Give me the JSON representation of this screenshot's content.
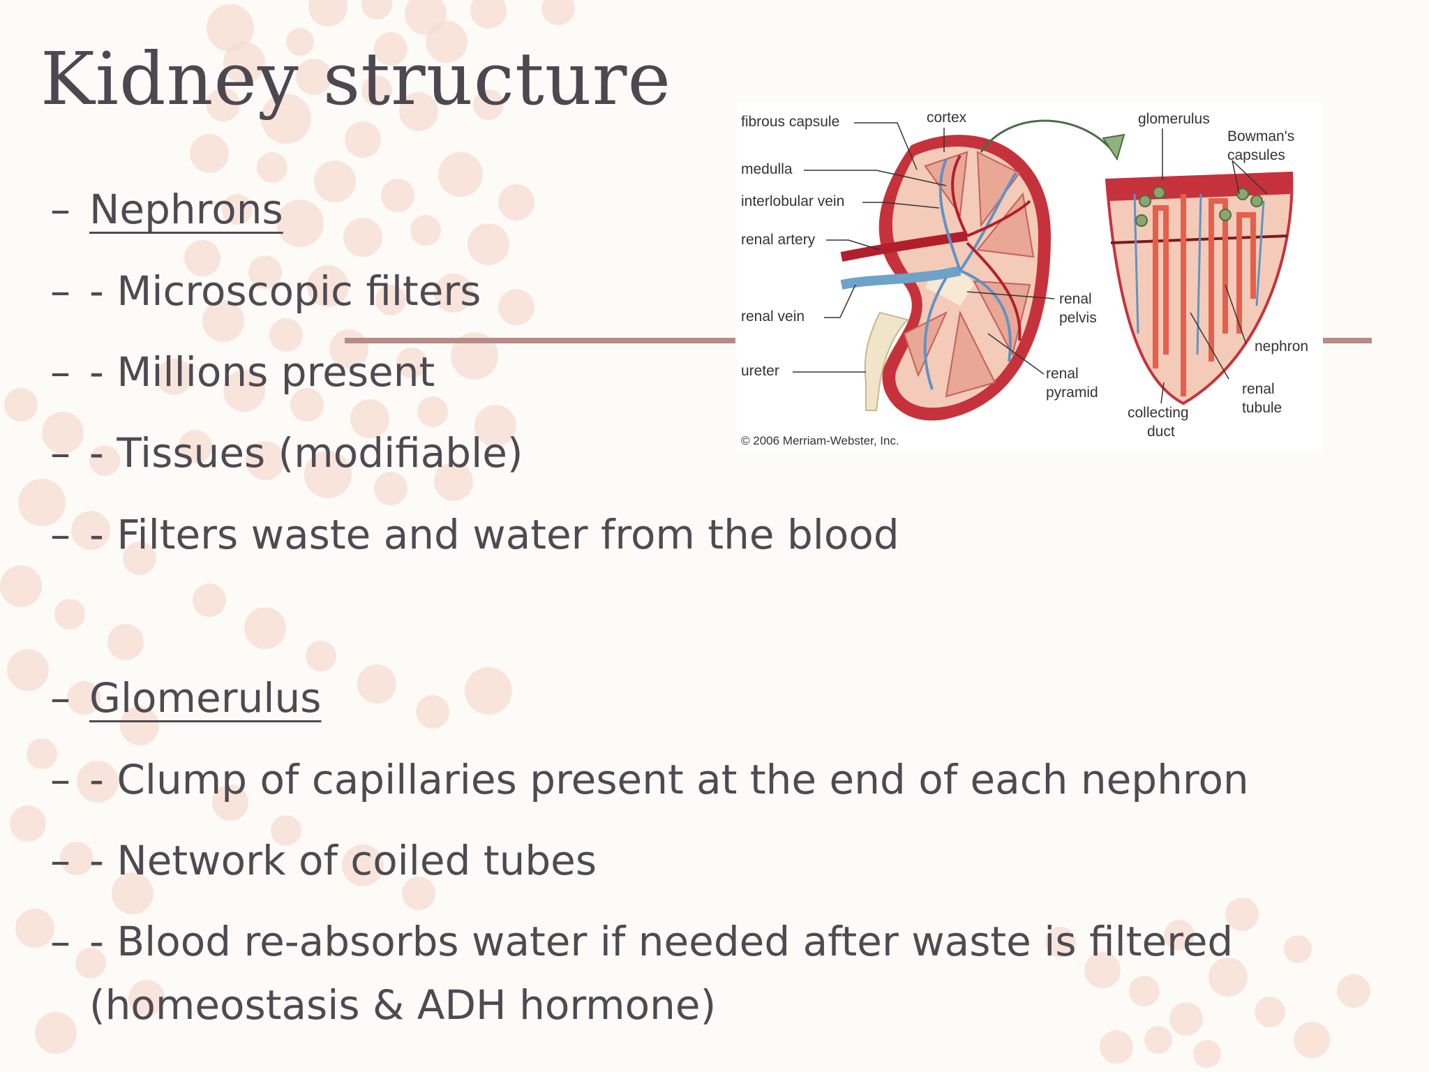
{
  "slide": {
    "title": "Kidney structure"
  },
  "bullets": [
    {
      "dash": "–",
      "text": "Nephrons",
      "heading": true
    },
    {
      "dash": "–",
      "text": "- Microscopic filters"
    },
    {
      "dash": "–",
      "text": "- Millions present"
    },
    {
      "dash": "–",
      "text": "- Tissues (modifiable)"
    },
    {
      "dash": "–",
      "text": "- Filters waste and water from the blood"
    },
    {
      "dash": "–",
      "text": "Glomerulus ",
      "heading": true
    },
    {
      "dash": "–",
      "text": "- Clump of capillaries present at the end of each nephron"
    },
    {
      "dash": "–",
      "text": "- Network of coiled tubes"
    },
    {
      "dash": "–",
      "text": "- Blood re-absorbs water if needed after waste is filtered"
    },
    {
      "dash": "",
      "text": "(homeostasis &  ADH hormone)"
    }
  ],
  "figure": {
    "labels": {
      "fibrous_capsule": "fibrous capsule",
      "cortex": "cortex",
      "medulla": "medulla",
      "interlobular_vein": "interlobular vein",
      "renal_artery": "renal artery",
      "renal_vein": "renal vein",
      "ureter": "ureter",
      "renal_pelvis_1": "renal",
      "renal_pelvis_2": "pelvis",
      "renal_pyramid_1": "renal",
      "renal_pyramid_2": "pyramid",
      "glomerulus": "glomerulus",
      "bowmans_1": "Bowman's",
      "bowmans_2": "capsules",
      "nephron": "nephron",
      "renal_tubule_1": "renal",
      "renal_tubule_2": "tubule",
      "collecting_duct_1": "collecting",
      "collecting_duct_2": "duct",
      "copyright": "© 2006 Merriam-Webster, Inc."
    }
  },
  "colors": {
    "background": "#fdfbf8",
    "dots": "#f6dcd2",
    "text": "#4e4a52",
    "rule": "#b58a87"
  }
}
